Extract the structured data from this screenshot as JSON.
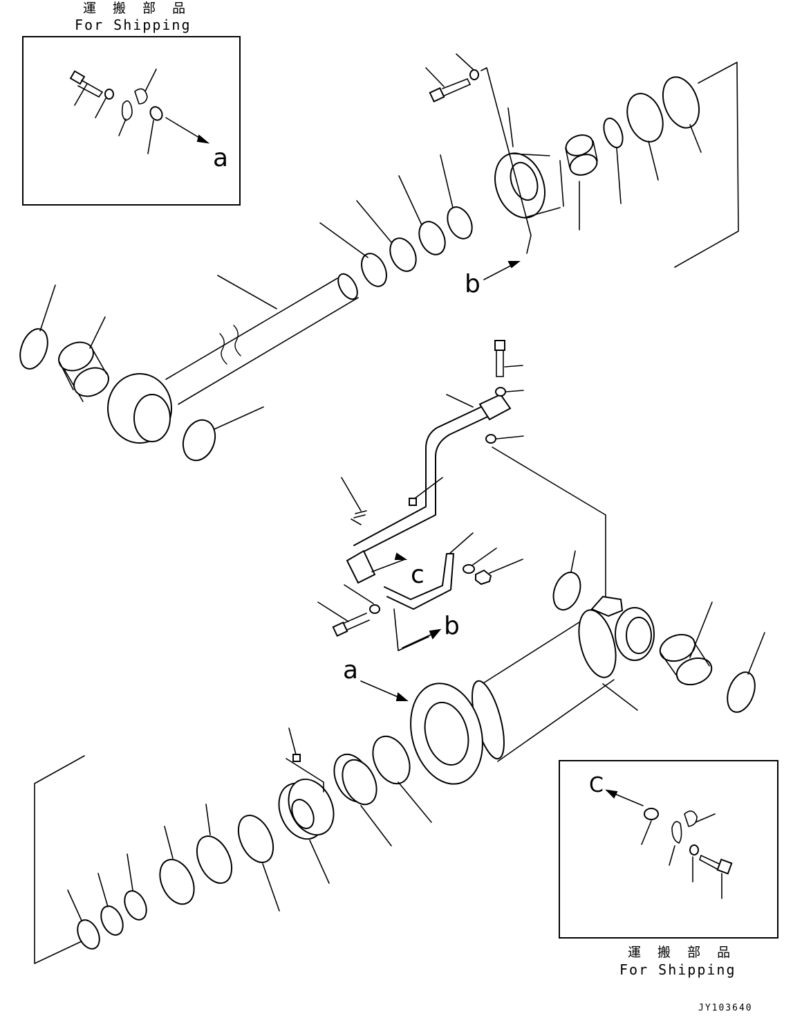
{
  "diagram": {
    "shipping_label_top_jp": "運 搬 部 品",
    "shipping_label_top_en": "For Shipping",
    "shipping_label_bottom_jp": "運 搬 部 品",
    "shipping_label_bottom_en": "For Shipping",
    "callouts": {
      "a_inset": "a",
      "b_head": "b",
      "c_flange": "c",
      "b_bracket": "b",
      "a_cylinder": "a",
      "c_inset": "C"
    },
    "drawing_code": "JY103640"
  }
}
